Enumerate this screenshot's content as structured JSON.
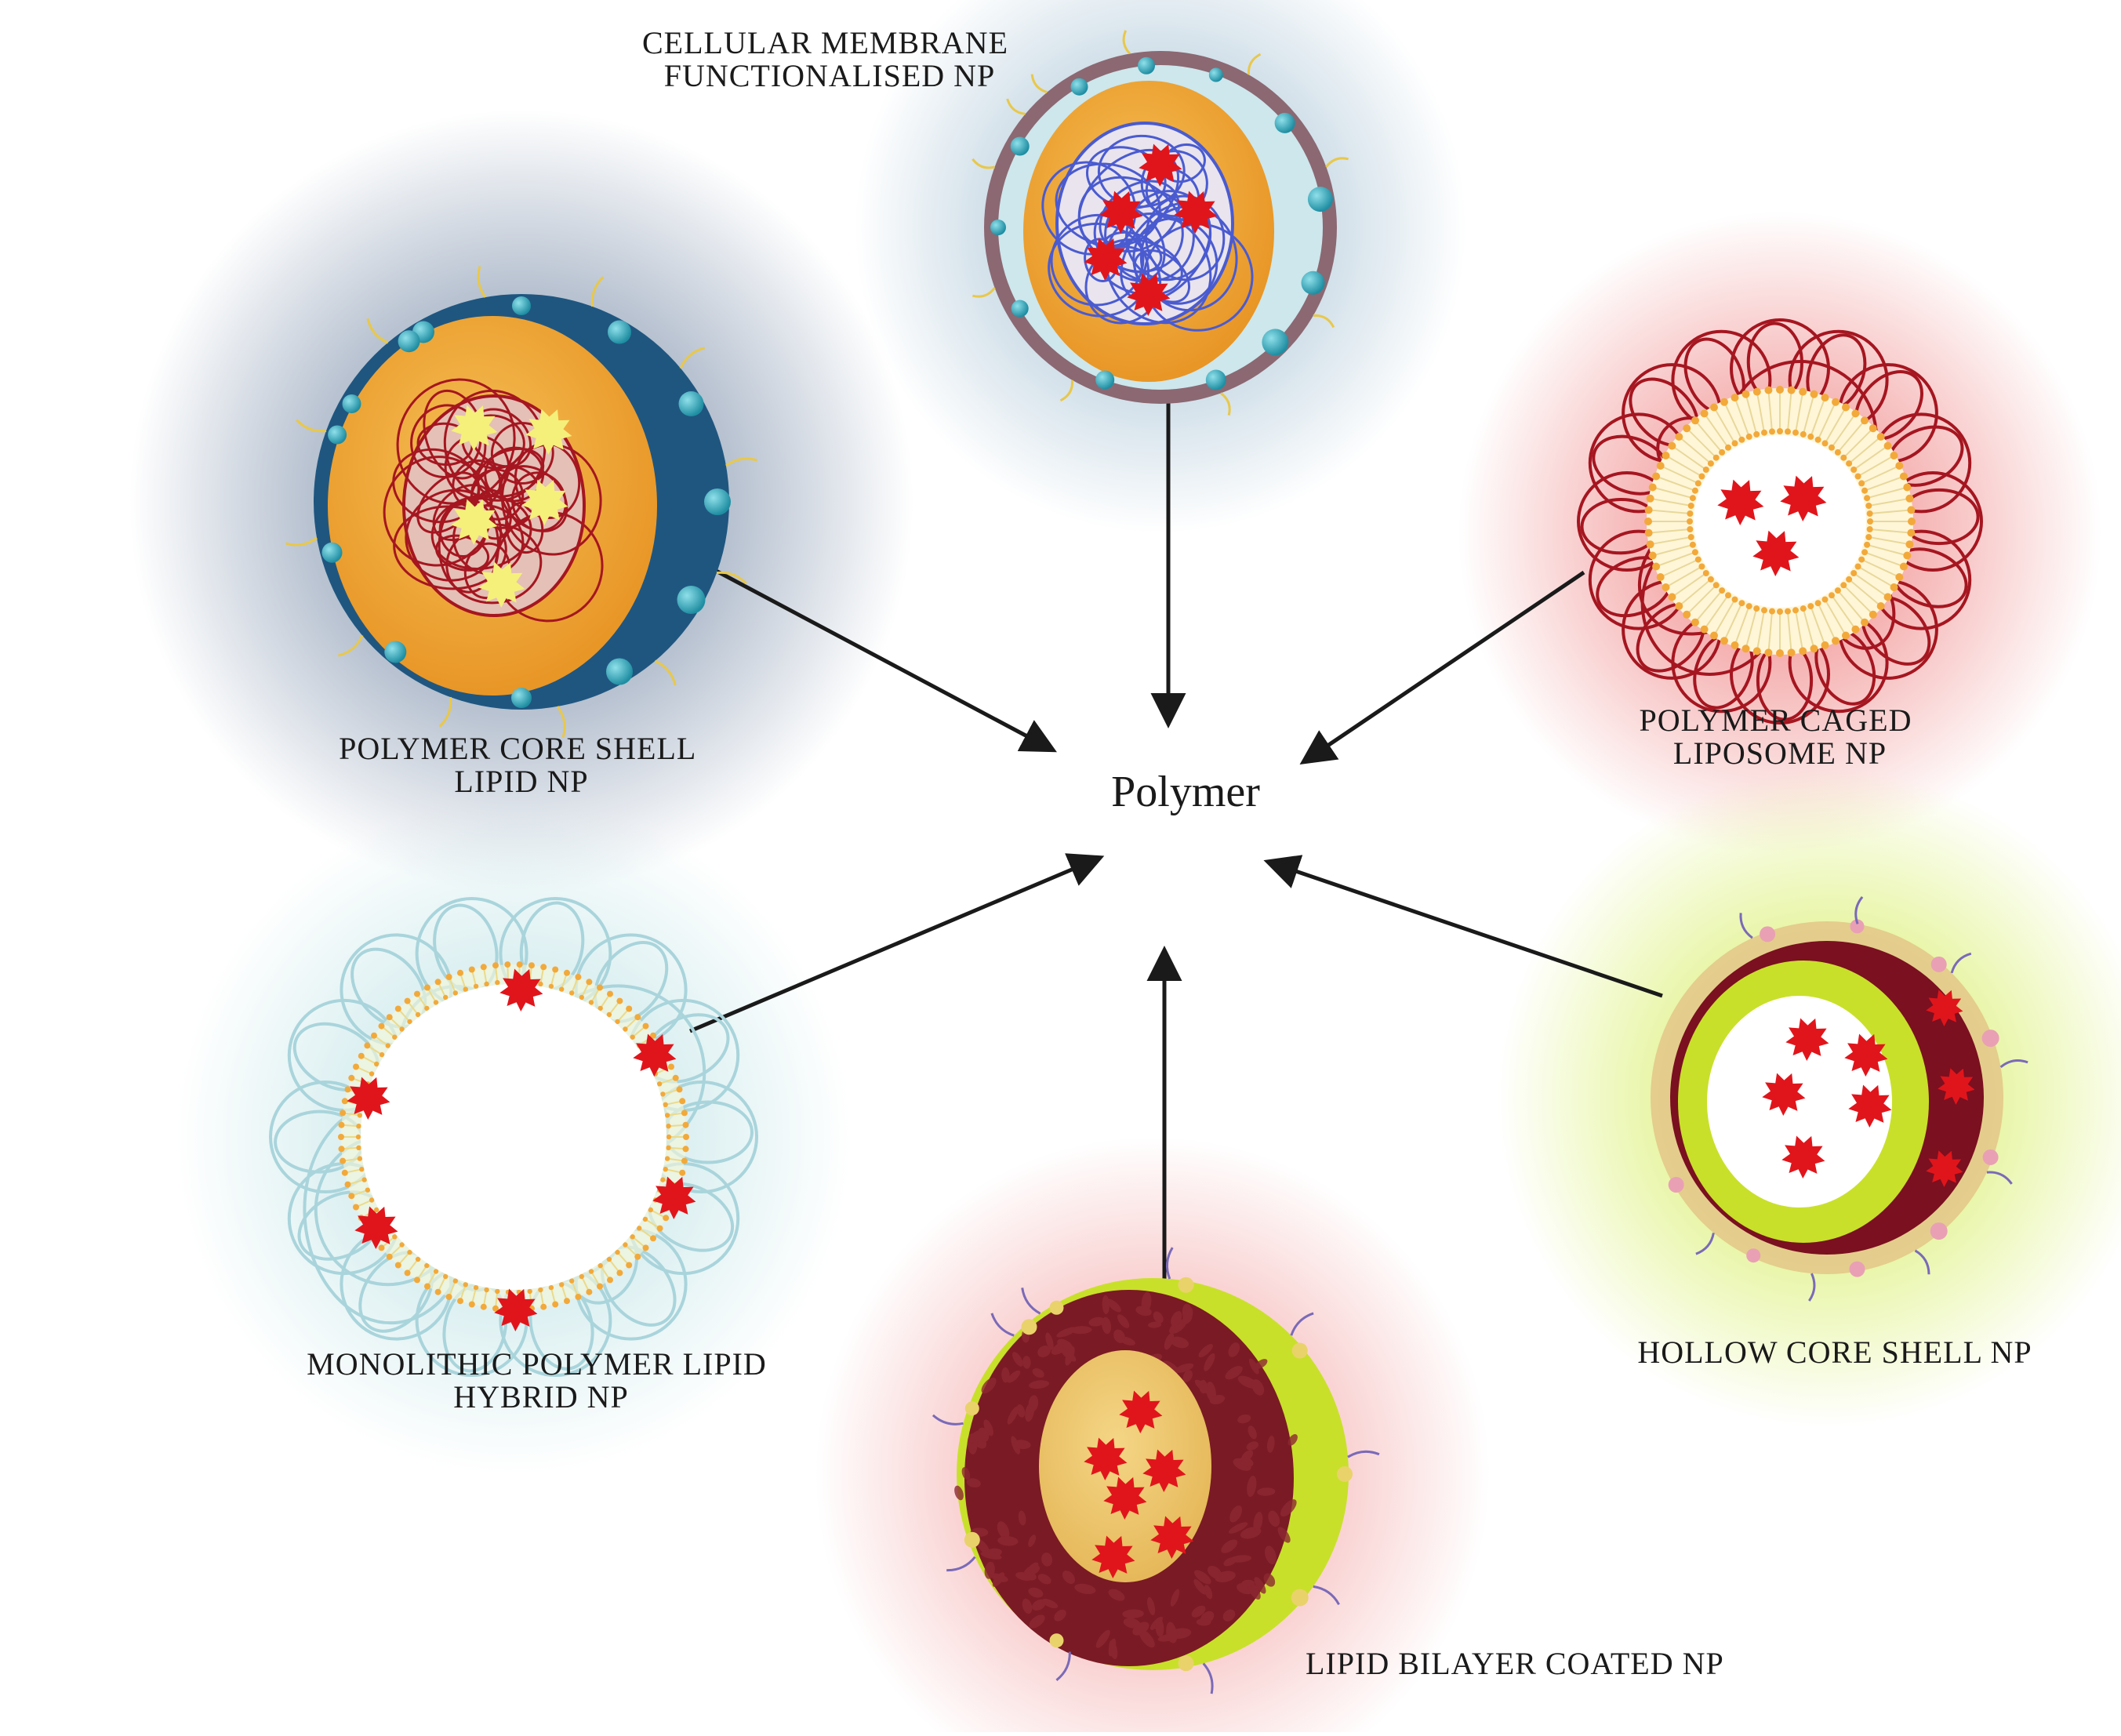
{
  "center": {
    "label": "Polymer"
  },
  "nanoparticles": [
    {
      "id": "cellular",
      "label_lines": [
        "CELLULAR MEMBRANE",
        "FUNCTIONALISED NP"
      ],
      "glow_color": "#a9c4d6"
    },
    {
      "id": "core_shell",
      "label_lines": [
        "POLYMER CORE SHELL",
        "LIPID NP"
      ],
      "glow_color": "#8a9bb3"
    },
    {
      "id": "caged",
      "label_lines": [
        "POLYMER CAGED",
        "LIPOSOME NP"
      ],
      "glow_color": "#f08a8a"
    },
    {
      "id": "monolithic",
      "label_lines": [
        "MONOLITHIC POLYMER LIPID",
        "HYBRID NP"
      ],
      "glow_color": "#bfe3e6"
    },
    {
      "id": "hollow",
      "label_lines": [
        "HOLLOW CORE SHELL NP"
      ],
      "glow_color": "#d8ef6a"
    },
    {
      "id": "bilayer",
      "label_lines": [
        "LIPID BILAYER COATED NP"
      ],
      "glow_color": "#f3a0a0"
    }
  ],
  "colors": {
    "arrow": "#1a1a1a",
    "drug_red": "#e0151b",
    "cargo_yellow": "#f5f07a",
    "polymer_red": "#a51620",
    "polymer_blue": "#4a5bd0",
    "orange_core": "#f2a93a",
    "navy_shell": "#1f5680",
    "teal_bead": "#3aa6b8",
    "lime": "#c9e02a",
    "maroon": "#7a1020",
    "tan": "#e3c98a",
    "pale_cyan": "#cde7ec",
    "mauve_ring": "#8b6872"
  }
}
